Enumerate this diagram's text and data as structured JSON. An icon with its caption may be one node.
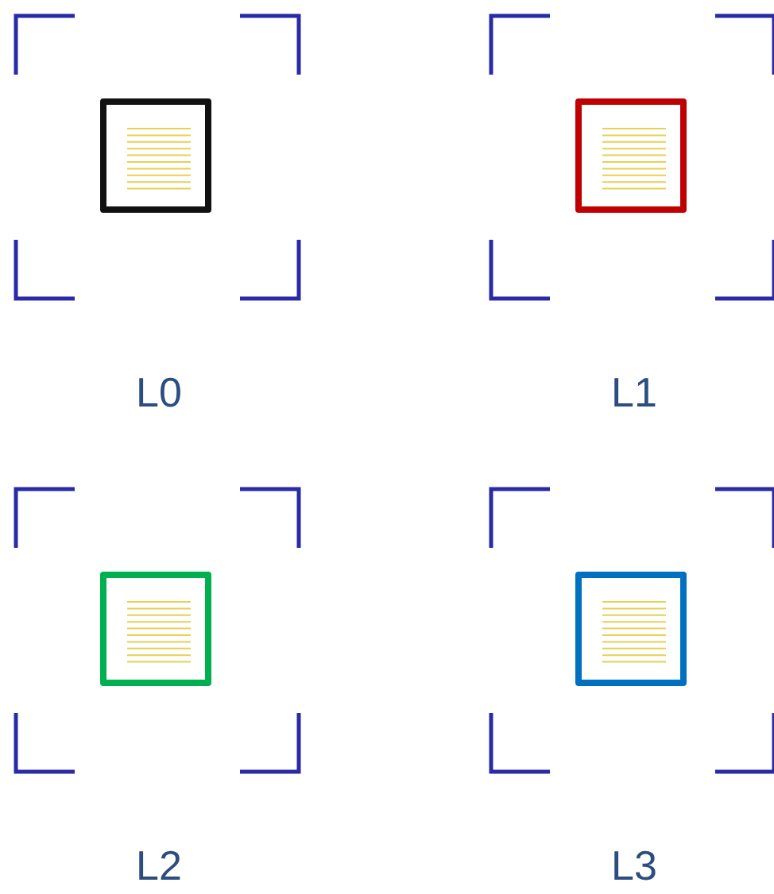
{
  "diagram": {
    "nodes": [
      {
        "text": [],
        "shape": "box",
        "beside": [
          "L0"
        ]
      },
      {
        "text": [],
        "shape": "box",
        "beside": [
          "L1"
        ]
      },
      {
        "text": [],
        "shape": "box",
        "beside": [
          "L2"
        ]
      },
      {
        "text": [],
        "shape": "box",
        "beside": [
          "L3"
        ]
      }
    ]
  }
}
